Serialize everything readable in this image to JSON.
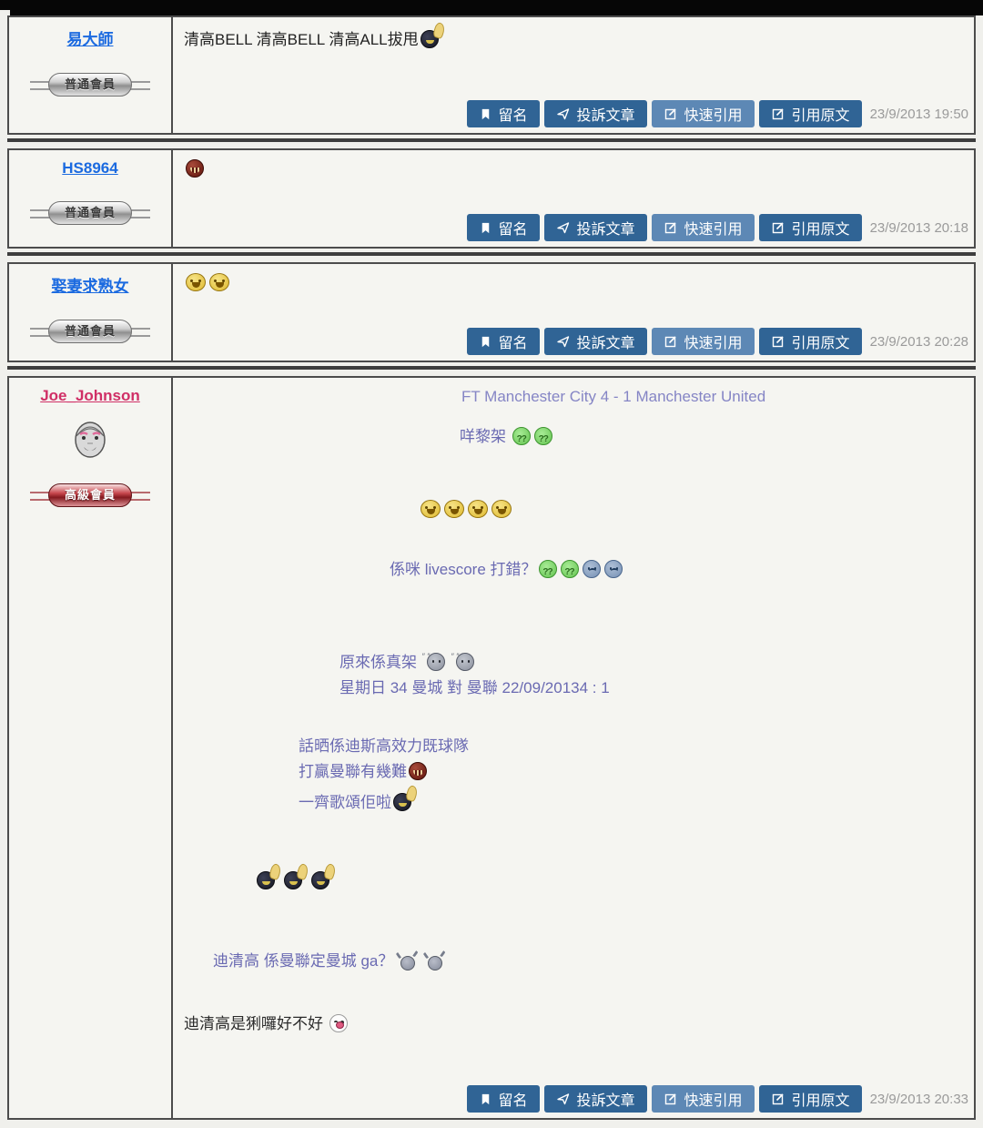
{
  "action_bar": {
    "bookmark": "留名",
    "report": "投訴文章",
    "quick_quote": "快速引用",
    "quote_original": "引用原文"
  },
  "colors": {
    "button_blue": "#306495",
    "button_blue_light": "#5d88b5",
    "username_blue": "#1b6ae0",
    "username_red": "#d02f66",
    "message_purple": "#6a6ab2",
    "timestamp_gray": "#9a9a9a",
    "badge_silver": "#bfbfbf",
    "badge_red": "#a02a31"
  },
  "posts": [
    {
      "username": "易大師",
      "badge": "普通會員",
      "timestamp": "23/9/2013 19:50",
      "content": {
        "text": "清高BELL 清高BELL 清高ALL拔甩",
        "emojis": [
          "rock-on-face"
        ]
      }
    },
    {
      "username": "HS8964",
      "badge": "普通會員",
      "timestamp": "23/9/2013 20:18",
      "content": {
        "text": "",
        "emojis": [
          "red-devil-grin-face"
        ]
      }
    },
    {
      "username": "娶妻求熟女",
      "badge": "普通會員",
      "timestamp": "23/9/2013 20:28",
      "content": {
        "text": "",
        "emojis": [
          "yellow-laugh-face",
          "yellow-laugh-face"
        ]
      }
    },
    {
      "username": "Joe_Johnson",
      "badge": "高級會員",
      "timestamp": "23/9/2013 20:33",
      "content": {
        "lines": [
          {
            "text": "FT Manchester City 4 - 1 Manchester United",
            "emojis": []
          },
          {
            "text": "咩黎架",
            "emojis": [
              "green-question-face",
              "green-question-face"
            ]
          },
          {
            "text": "",
            "emojis": [
              "yellow-laugh-face",
              "yellow-laugh-face",
              "yellow-laugh-face",
              "yellow-laugh-face"
            ]
          },
          {
            "text": "係咪 livescore 打錯？",
            "emojis": [
              "green-question-face",
              "green-question-face",
              "blue-sad-face",
              "blue-sad-face"
            ]
          },
          {
            "text": "原來係真架",
            "emojis": [
              "gray-shake-face",
              "gray-shake-face"
            ]
          },
          {
            "text": "星期日 34 曼城 對 曼聯 22/09/20134 : 1",
            "emojis": []
          },
          {
            "text": "話晒係迪斯高效力既球隊",
            "emojis": []
          },
          {
            "text": "打贏曼聯有幾難",
            "emojis": [
              "red-devil-grin-face"
            ]
          },
          {
            "text": "一齊歌頌佢啦",
            "emojis": [
              "rock-on-face"
            ]
          },
          {
            "text": "",
            "emojis": [
              "rock-on-face",
              "rock-on-face",
              "rock-on-face"
            ]
          },
          {
            "text": "迪清高 係曼聯定曼城 ga？",
            "emojis": [
              "gray-dancer-face",
              "gray-dancer-face"
            ]
          },
          {
            "text": "迪清高是猁囉好不好 ",
            "emojis": [
              "white-grin-face"
            ]
          }
        ]
      }
    }
  ]
}
